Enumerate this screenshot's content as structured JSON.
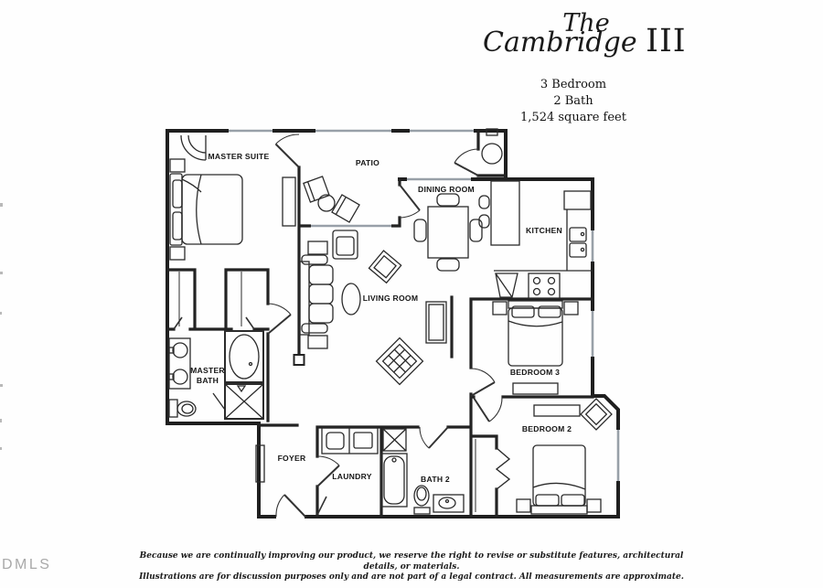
{
  "header": {
    "title_the": "The",
    "title_name": "Cambridge",
    "title_suffix": "III",
    "specs": [
      "3 Bedroom",
      "2 Bath",
      "1,524 square feet"
    ]
  },
  "plan": {
    "labels": {
      "master_suite": "MASTER SUITE",
      "patio": "PATIO",
      "dining_room": "DINING ROOM",
      "kitchen": "KITCHEN",
      "living_room": "LIVING ROOM",
      "master_bath_line1": "MASTER",
      "master_bath_line2": "BATH",
      "bedroom3": "BEDROOM 3",
      "bedroom2": "BEDROOM 2",
      "foyer": "FOYER",
      "laundry": "LAUNDRY",
      "bath2": "BATH 2"
    }
  },
  "footer": {
    "disclaimer_line1": "Because we are continually improving our product, we reserve the right to revise or substitute features, architectural details, or materials.",
    "disclaimer_line2": "Illustrations are for discussion purposes only and are not part of a legal contract. All measurements are approximate.",
    "watermark": "DMLS"
  },
  "colors": {
    "wall": "#1f1f1f",
    "window": "#98a0a8",
    "watermark": "#a9a9a9"
  }
}
